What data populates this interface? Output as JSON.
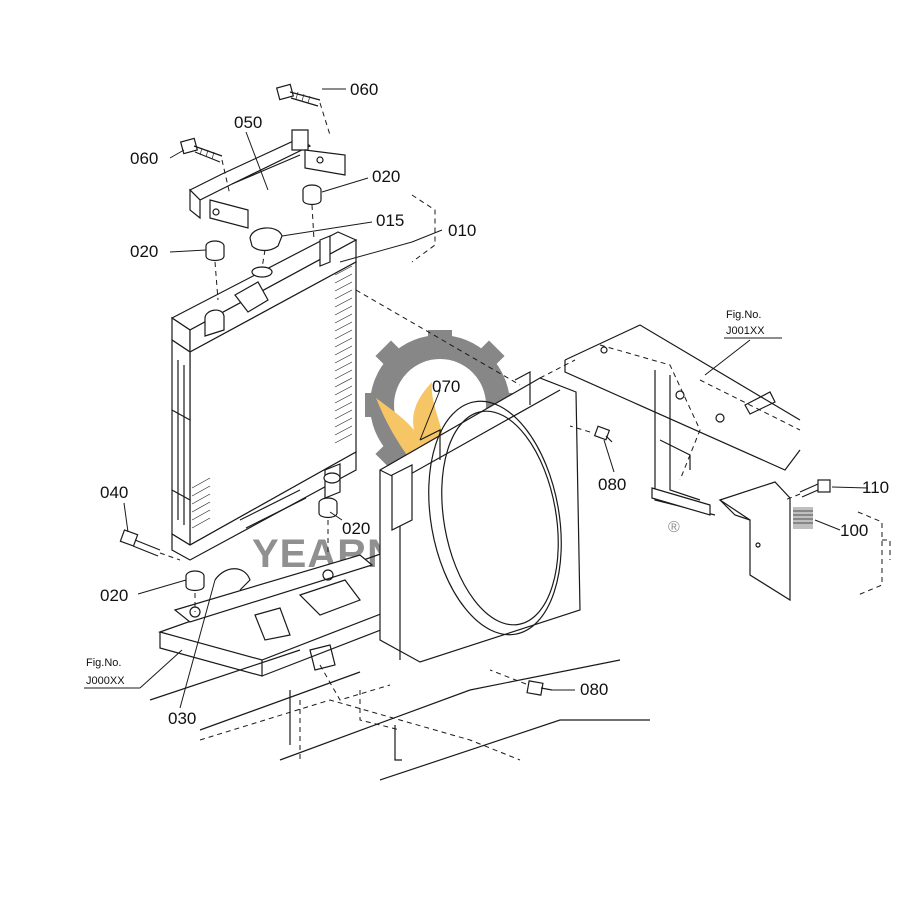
{
  "callouts": {
    "c060a": "060",
    "c050": "050",
    "c060b": "060",
    "c020a": "020",
    "c015": "015",
    "c010": "010",
    "c020b": "020",
    "c070": "070",
    "c080a": "080",
    "c040": "040",
    "c020c": "020",
    "c020d": "020",
    "c030": "030",
    "c110": "110",
    "c100": "100",
    "c080b": "080"
  },
  "figrefs": {
    "right_label": "Fig.No.",
    "right_code": "J001XX",
    "left_label": "Fig.No.",
    "left_code": "J000XX"
  },
  "watermark": {
    "brand": "YEARN PARTS",
    "registered": "®",
    "gear_color": "#606060",
    "flame_color": "#f2b233"
  }
}
